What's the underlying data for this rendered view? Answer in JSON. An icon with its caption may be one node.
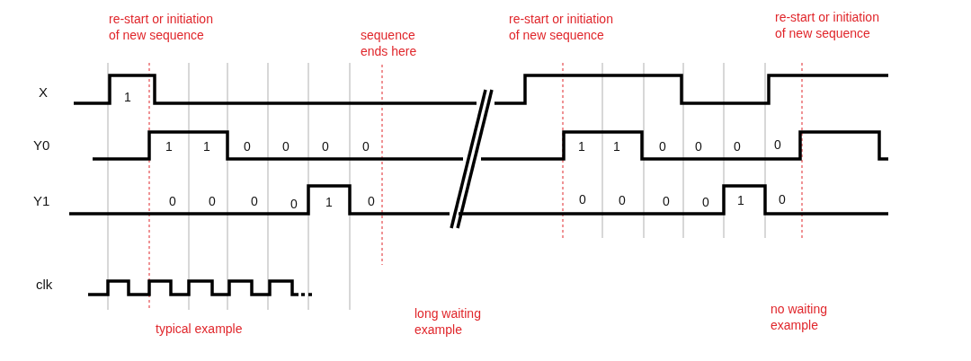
{
  "diagram": {
    "labels": [
      "re-start or initiation of new sequence",
      "re-start or initiation of new sequence",
      "re-start or initiation of new sequence",
      "sequence ends here",
      "X",
      "1",
      "Y0",
      "1",
      "1",
      "0",
      "0",
      "0",
      "0",
      "1",
      "1",
      "0",
      "0",
      "0",
      "0",
      "Y1",
      "0",
      "0",
      "0",
      "0",
      "1",
      "0",
      "0",
      "0",
      "0",
      "0",
      "1",
      "0",
      "clk",
      "typical example",
      "long waiting example",
      "no waiting example"
    ]
  }
}
